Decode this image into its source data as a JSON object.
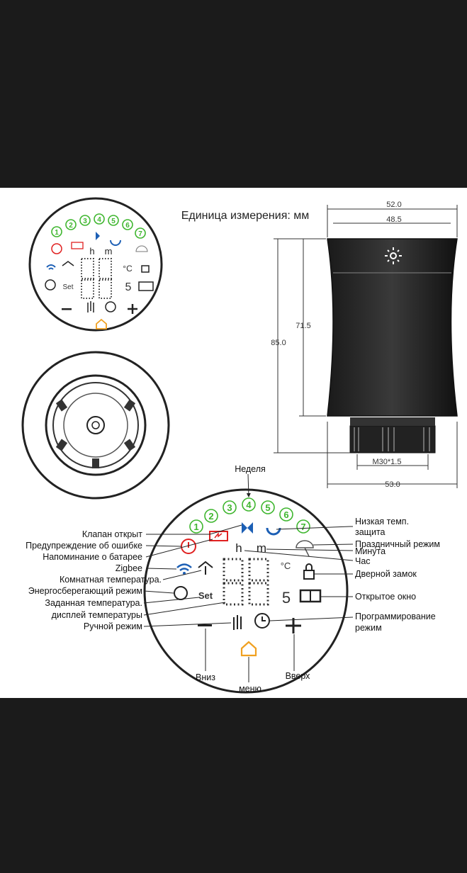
{
  "units_title": "Единица измерения: мм",
  "dimensions": {
    "width_outer": "52.0",
    "width_inner": "48.5",
    "height_total": "85.0",
    "height_body": "71.5",
    "thread": "M30*1.5",
    "width_base": "53.0"
  },
  "display": {
    "days": [
      "1",
      "2",
      "3",
      "4",
      "5",
      "6",
      "7"
    ],
    "hour": "h",
    "minute": "m",
    "celsius": "°C",
    "seconds_digit": "5",
    "set": "Set"
  },
  "labels": {
    "week": "Неделя",
    "valve_open": "Клапан открыт",
    "error_warning": "Предупреждение об ошибке",
    "battery_reminder": "Напоминание о батарее",
    "zigbee": "Zigbee",
    "room_temp": "Комнатная температура.",
    "eco_mode": "Энергосберегающий режим",
    "set_temp": "Заданная температура.",
    "temp_display": "дисплей температуры",
    "manual_mode": "Ручной режим",
    "low_temp_line1": "Низкая темп.",
    "low_temp_line2": "защита",
    "holiday_mode": "Праздничный режим",
    "minute": "Минута",
    "hour": "Час",
    "door_lock": "Дверной замок",
    "open_window": "Открытое окно",
    "program_line1": "Программирование",
    "program_line2": "режим",
    "down": "Вниз",
    "menu": "меню",
    "up": "Вверх"
  },
  "colors": {
    "green": "#3fb62f",
    "blue": "#1c5fb5",
    "red": "#e02020",
    "orange": "#f0a020"
  }
}
